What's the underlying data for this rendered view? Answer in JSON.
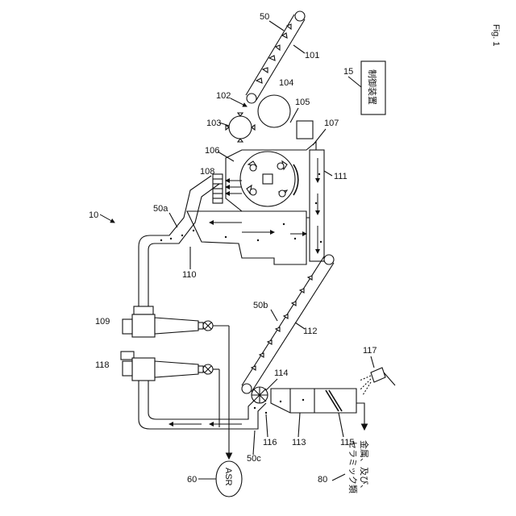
{
  "figure_label": "Fig. 1",
  "controller_label": "制御装置",
  "asr_label": "ASR",
  "output_label_line1": "金属、及び、",
  "output_label_line2": "セラミック類",
  "ref_numerals": {
    "system": "10",
    "controller": "15",
    "feed_material": "50",
    "flow_a": "50a",
    "flow_b": "50b",
    "flow_c": "50c",
    "asr": "60",
    "output": "80",
    "conveyor_1": "101",
    "shredder_unit": "102",
    "roller_103": "103",
    "roller_104": "104",
    "part_105": "105",
    "part_106": "106",
    "part_107": "107",
    "grate_108": "108",
    "cyclone_1": "109",
    "duct_110": "110",
    "discharge_111": "111",
    "conveyor_2": "112",
    "sorter_113": "113",
    "drum_114": "114",
    "part_115": "115",
    "part_116": "116",
    "nozzle_117": "117",
    "cyclone_2": "118"
  }
}
